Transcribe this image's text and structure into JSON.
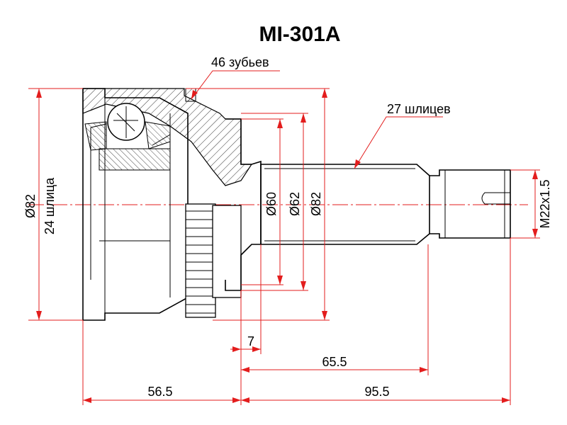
{
  "title": "MI-301A",
  "labels": {
    "teeth": "46 зубьев",
    "splines_outer": "27 шлицев",
    "splines_inner": "24 шлица",
    "thread": "M22x1.5"
  },
  "diameters": {
    "d60": "Ø60",
    "d62": "Ø62",
    "d82_shaft": "Ø82",
    "d82_housing": "Ø82"
  },
  "lengths": {
    "l7": "7",
    "l65_5": "65.5",
    "l56_5": "56.5",
    "l95_5": "95.5"
  },
  "colors": {
    "outline": "#000000",
    "dimension": "#e31d1d"
  }
}
